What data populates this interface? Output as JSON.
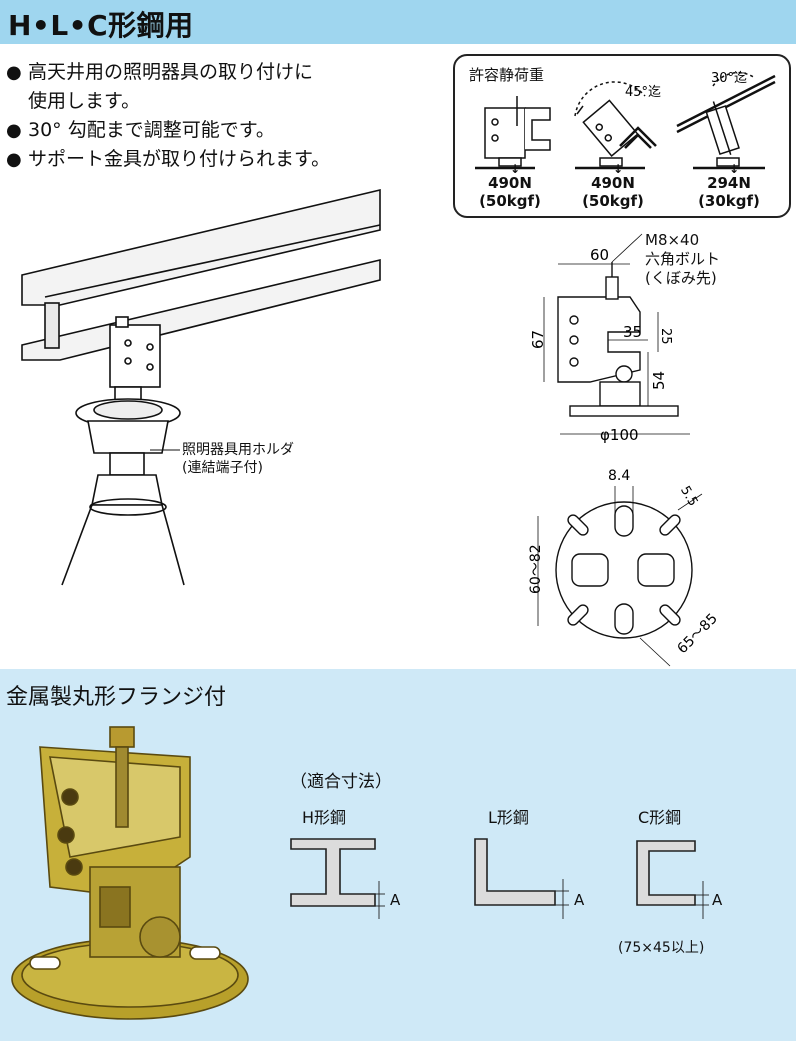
{
  "header": {
    "title": "H•L•C形鋼用"
  },
  "features": [
    "高天井用の照明器具の取り付けに",
    "使用します。",
    "30° 勾配まで調整可能です。",
    "サポート金具が取り付けられます。"
  ],
  "load_box": {
    "title": "許容静荷重",
    "items": [
      {
        "value": "490N",
        "sub": "(50kgf)"
      },
      {
        "value": "490N",
        "sub": "(50kgf)"
      },
      {
        "value": "294N",
        "sub": "(30kgf)"
      }
    ],
    "angle1": "45°迄",
    "angle2": "30°迄"
  },
  "illustration": {
    "holder_label_1": "照明器具用ホルダ",
    "holder_label_2": "(連結端子付)"
  },
  "side_view": {
    "bolt_label_1": "M8×40",
    "bolt_label_2": "六角ボルト",
    "bolt_label_3": "(くぼみ先)",
    "width": "60",
    "height": "67",
    "jaw_depth": "35",
    "jaw_gap": "25",
    "base_height": "54",
    "flange_dia": "φ100"
  },
  "plan_view": {
    "slot_width": "8.4",
    "slot_small": "5.5",
    "pitch_vertical": "60～82",
    "pitch_diagonal": "65～85"
  },
  "bottom": {
    "title": "金属製丸形フランジ付",
    "fit_heading": "（適合寸法）",
    "profiles": [
      "H形鋼",
      "L形鋼",
      "C形鋼"
    ],
    "a_label": "A",
    "c_note": "(75×45以上)"
  },
  "colors": {
    "header_bg": "#9fd6ef",
    "bottom_bg": "#cfe9f7",
    "steel_fill": "#dcdcdc"
  }
}
